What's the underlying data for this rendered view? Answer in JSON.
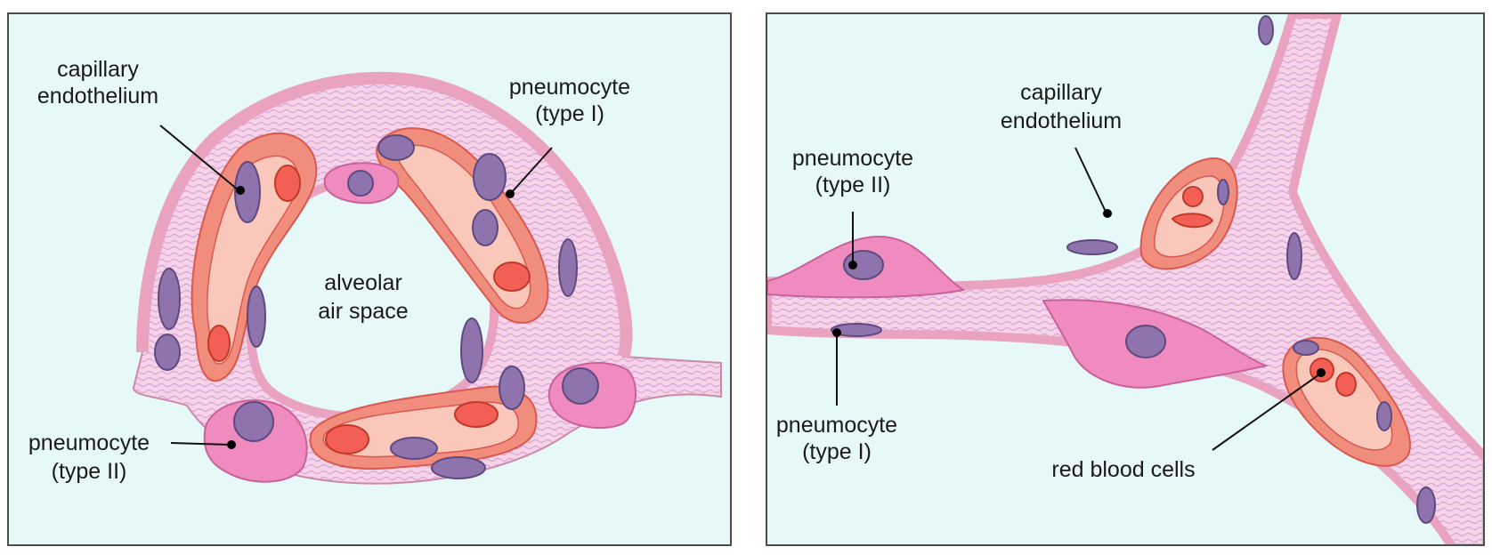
{
  "left_panel": {
    "labels": {
      "capillary_endothelium": [
        "capillary",
        "endothelium"
      ],
      "pneumocyte_type_1": [
        "pneumocyte",
        "(type I)"
      ],
      "alveolar_air_space": [
        "alveolar",
        "air space"
      ],
      "pneumocyte_type_2": [
        "pneumocyte",
        "(type II)"
      ]
    }
  },
  "right_panel": {
    "labels": {
      "capillary_endothelium": [
        "capillary",
        "endothelium"
      ],
      "pneumocyte_type_2": [
        "pneumocyte",
        "(type II)"
      ],
      "pneumocyte_type_1": [
        "pneumocyte",
        "(type I)"
      ],
      "red_blood_cells": "red blood cells"
    }
  },
  "colors": {
    "background": "#e7f8f8",
    "tissue": "#f2b9d3",
    "membrane": "#e9a3c0",
    "pneumocyte_type_2": "#f08bbf",
    "nucleus": "#8e73ad",
    "capillary": "#f18d7c",
    "capillary_inner": "#fac8bb",
    "red_blood_cell": "#f35f55"
  }
}
